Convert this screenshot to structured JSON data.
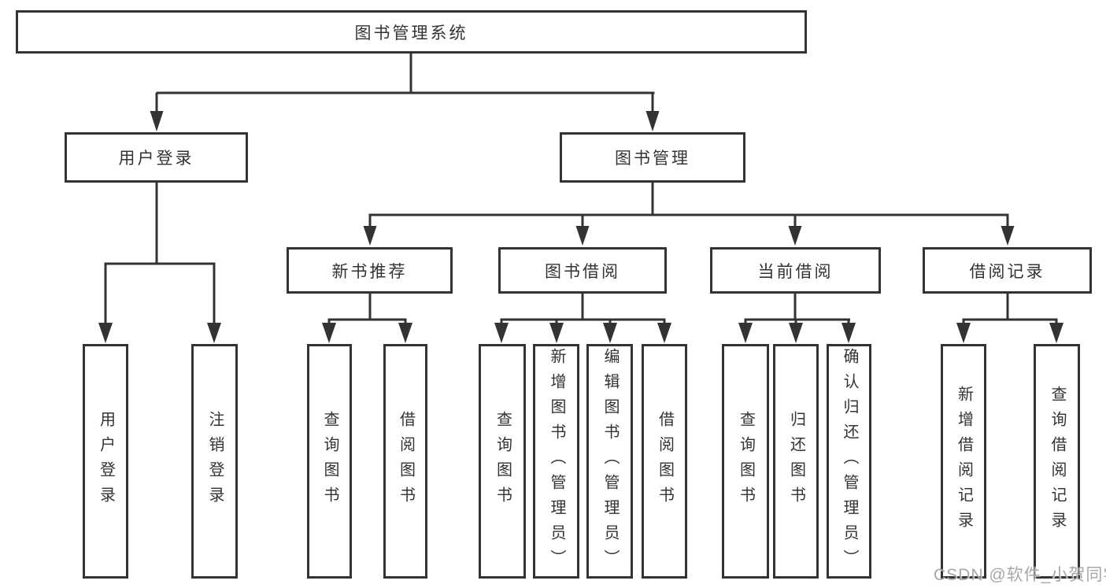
{
  "nodes": {
    "root": {
      "label": "图书管理系统"
    },
    "level2": [
      {
        "label": "用户登录"
      },
      {
        "label": "图书管理"
      }
    ],
    "level3": [
      {
        "label": "新书推荐",
        "parent": "图书管理"
      },
      {
        "label": "图书借阅",
        "parent": "图书管理"
      },
      {
        "label": "当前借阅",
        "parent": "图书管理"
      },
      {
        "label": "借阅记录",
        "parent": "图书管理"
      }
    ],
    "leaves": [
      {
        "label": "用户登录",
        "parent": "用户登录"
      },
      {
        "label": "注销登录",
        "parent": "用户登录"
      },
      {
        "label": "查询图书",
        "parent": "新书推荐"
      },
      {
        "label": "借阅图书",
        "parent": "新书推荐"
      },
      {
        "label": "查询图书",
        "parent": "图书借阅"
      },
      {
        "label": "新增图书（管理员）",
        "parent": "图书借阅"
      },
      {
        "label": "编辑图书（管理员）",
        "parent": "图书借阅"
      },
      {
        "label": "借阅图书",
        "parent": "图书借阅"
      },
      {
        "label": "查询图书",
        "parent": "当前借阅"
      },
      {
        "label": "归还图书",
        "parent": "当前借阅"
      },
      {
        "label": "确认归还（管理员）",
        "parent": "当前借阅"
      },
      {
        "label": "新增借阅记录",
        "parent": "借阅记录"
      },
      {
        "label": "查询借阅记录",
        "parent": "借阅记录"
      }
    ]
  },
  "watermark": {
    "text": "CSDN @软件_小贺同学"
  },
  "colors": {
    "line": "#333333",
    "box_border": "#333333",
    "box_fill": "#ffffff",
    "text": "#333333",
    "watermark": "#949494",
    "background": "#ffffff"
  }
}
